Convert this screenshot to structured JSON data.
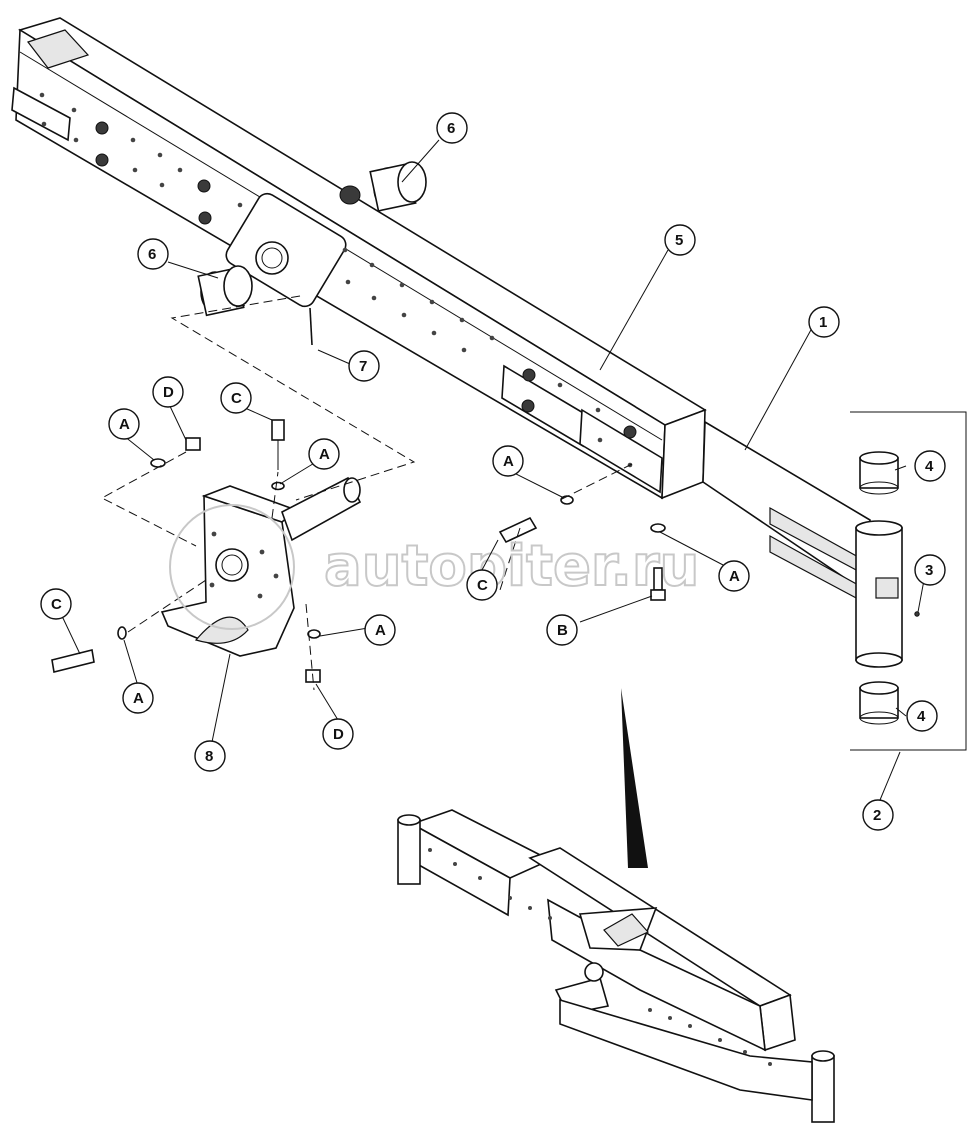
{
  "callouts": {
    "c1": "1",
    "c2": "2",
    "c3": "3",
    "c4a": "4",
    "c4b": "4",
    "c5": "5",
    "c6a": "6",
    "c6b": "6",
    "c7": "7",
    "c8": "8",
    "cA1": "A",
    "cA2": "A",
    "cA3": "A",
    "cA4": "A",
    "cA5": "A",
    "cA6": "A",
    "cB": "B",
    "cC1": "C",
    "cC2": "C",
    "cC3": "C",
    "cD1": "D",
    "cD2": "D"
  },
  "watermark": {
    "text": "autopiter.ru"
  },
  "colors": {
    "line": "#111111",
    "fill": "#ffffff",
    "shade": "#e6e6e6",
    "watermark": "#c8c8c8"
  }
}
